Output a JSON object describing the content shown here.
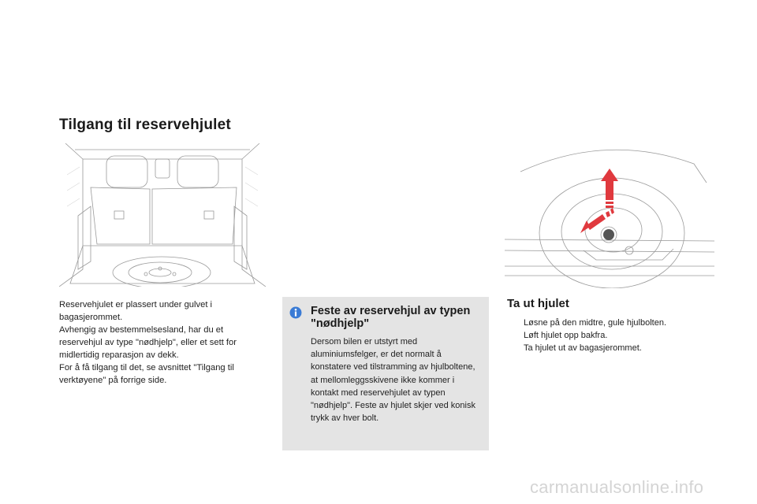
{
  "title": "Tilgang til reservehjulet",
  "body_paragraphs": [
    "Reservehjulet er plassert under gulvet i bagasjerommet.",
    "Avhengig av bestemmelsesland, har du et reservehjul av type \"nødhjelp\", eller et sett for midlertidig reparasjon av dekk.",
    "For å få tilgang til det, se avsnittet \"Tilgang til verktøyene\" på forrige side."
  ],
  "info_box": {
    "icon": "info-icon",
    "title": "Feste av reservehjul av typen \"nødhjelp\"",
    "body": "Dersom bilen er utstyrt med aluminiumsfelger, er det normalt å konstatere ved tilstramming av hjulboltene, at mellomleggsskivene ikke kommer i kontakt med reservehjulet av typen \"nødhjelp\". Feste av hjulet skjer ved konisk trykk av hver bolt."
  },
  "section": {
    "title": "Ta ut hjulet",
    "steps": [
      "Løsne på den midtre, gule hjulbolten.",
      "Løft hjulet opp bakfra.",
      "Ta hjulet ut av bagasjerommet."
    ]
  },
  "bullet_glyph": "",
  "watermark": "carmanualsonline.info",
  "colors": {
    "accent_red": "#e0393e",
    "info_blue": "#3a7bd5",
    "box_grey": "#e4e4e4"
  }
}
